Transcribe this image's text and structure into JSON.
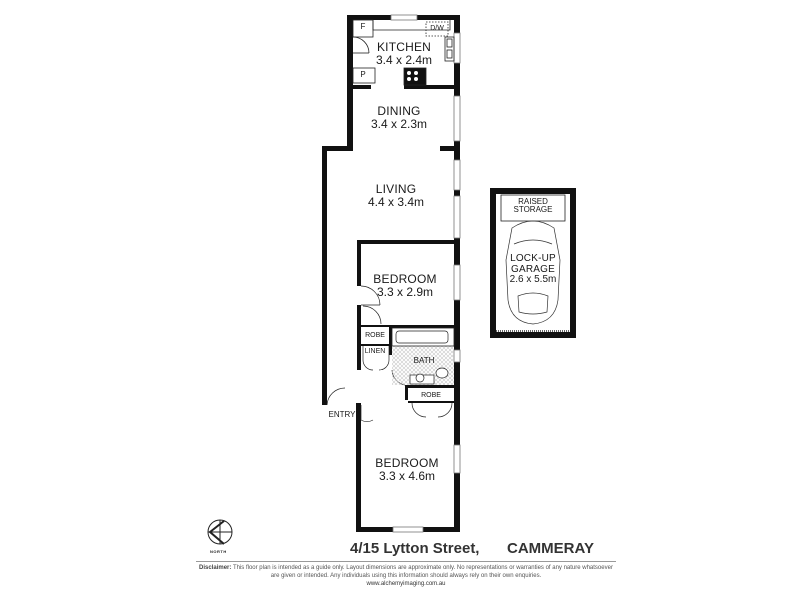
{
  "floorplan": {
    "rooms": [
      {
        "id": "kitchen",
        "name": "KITCHEN",
        "dimensions": "3.4 x 2.4m"
      },
      {
        "id": "dining",
        "name": "DINING",
        "dimensions": "3.4 x 2.3m"
      },
      {
        "id": "living",
        "name": "LIVING",
        "dimensions": "4.4 x 3.4m"
      },
      {
        "id": "bedroom1",
        "name": "BEDROOM",
        "dimensions": "3.3 x 2.9m"
      },
      {
        "id": "bedroom2",
        "name": "BEDROOM",
        "dimensions": "3.3 x 4.6m"
      },
      {
        "id": "garage",
        "name": "LOCK-UP GARAGE",
        "name_line1": "LOCK-UP",
        "name_line2": "GARAGE",
        "dimensions": "2.6 x 5.5m"
      }
    ],
    "fixtures": {
      "fridge": "F",
      "pantry": "P",
      "dishwasher": "D/W",
      "robe_upper": "ROBE",
      "linen": "LINEN",
      "bath": "BATH",
      "robe_lower": "ROBE",
      "entry": "ENTRY",
      "raised_storage_line1": "RAISED",
      "raised_storage_line2": "STORAGE"
    },
    "compass_label": "NORTH"
  },
  "footer": {
    "address": "4/15 Lytton Street,",
    "suburb": "CAMMERAY",
    "disclaimer_label": "Disclaimer:",
    "disclaimer_line1": "This floor plan is intended as a guide only. Layout dimensions are approximate only. No representations or warranties of any nature whatsoever",
    "disclaimer_line2": "are given or intended.  Any individuals using this information should always rely on their own enquiries.",
    "website": "www.alchemyimaging.com.au"
  },
  "colors": {
    "wall": "#111111",
    "window": "#9a9a9a",
    "tile": "#cfcfcf",
    "text": "#1a1a1a"
  }
}
